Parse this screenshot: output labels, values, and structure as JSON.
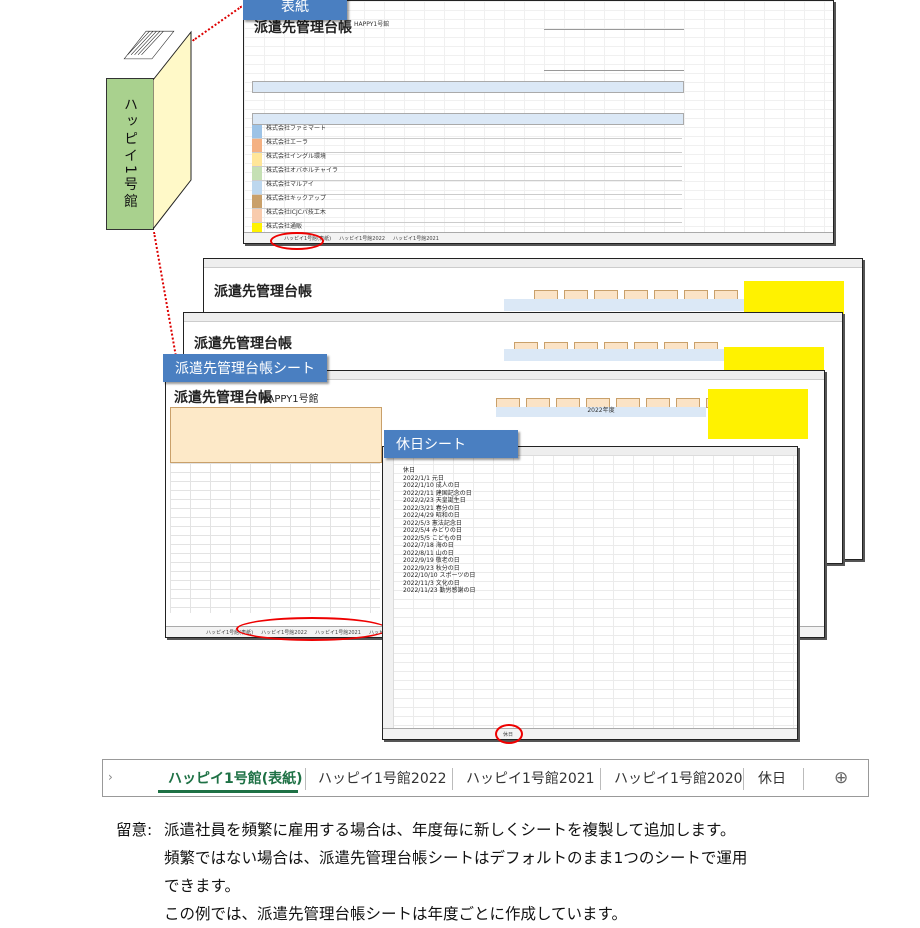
{
  "binder": {
    "label": "ハッピイ1号館"
  },
  "callouts": {
    "cover": "表紙",
    "ledger": "派遣先管理台帳シート",
    "holiday": "休日シート"
  },
  "cover_sheet": {
    "title": "派遣先管理台帳",
    "subtitle": "HAPPY1号館",
    "rows": [
      "株式会社ファミマート",
      "株式会社エーラ",
      "株式会社イングル環境",
      "株式会社オバホルチャイラ",
      "株式会社マルアイ",
      "株式会社キックアップ",
      "株式会社ICJCパ技工木",
      "株式会社通販"
    ]
  },
  "ledger_sheet": {
    "title": "派遣先管理台帳",
    "subtitle": "HAPPY1号館",
    "year_label": "2022年度",
    "tabs": [
      "ハッピイ1号館(表紙)",
      "ハッピイ1号館2022",
      "ハッピイ1号館2021",
      "ハッピイ1号館2020"
    ]
  },
  "holiday_sheet": {
    "header": [
      "休日",
      "元日",
      "成人の日",
      "建国記念の日",
      "天皇誕生日",
      "春分の日",
      "昭和の日",
      "憲法記念日",
      "みどりの日",
      "こどもの日",
      "海の日",
      "山の日",
      "敬老の日",
      "秋分の日",
      "スポーツの日",
      "文化の日",
      "勤労感謝の日"
    ],
    "dates": [
      "2022/1/1",
      "2022/1/10",
      "2022/2/11",
      "2022/2/23",
      "2022/3/21",
      "2022/4/29",
      "2022/5/3",
      "2022/5/4",
      "2022/5/5",
      "2022/7/18",
      "2022/8/11",
      "2022/9/19",
      "2022/9/23",
      "2022/10/10",
      "2022/11/3",
      "2022/11/23"
    ],
    "tab": "休日"
  },
  "tabbar": {
    "tabs": [
      "ハッピイ1号館(表紙)",
      "ハッピイ1号館2022",
      "ハッピイ1号館2021",
      "ハッピイ1号館2020",
      "休日"
    ],
    "add_label": "⊕"
  },
  "note": {
    "prefix": "留意:",
    "line1": "派遣社員を頻繁に雇用する場合は、年度毎に新しくシートを複製して追加します。",
    "line2": "頻繁ではない場合は、派遣先管理台帳シートはデフォルトのまま1つのシートで運用",
    "line3": "できます。",
    "line4": "この例では、派遣先管理台帳シートは年度ごとに作成しています。"
  },
  "colors": {
    "accent": "#1e7145",
    "callout": "#4a7fc1",
    "binder": "#a9d18e",
    "highlight": "#e00000"
  }
}
